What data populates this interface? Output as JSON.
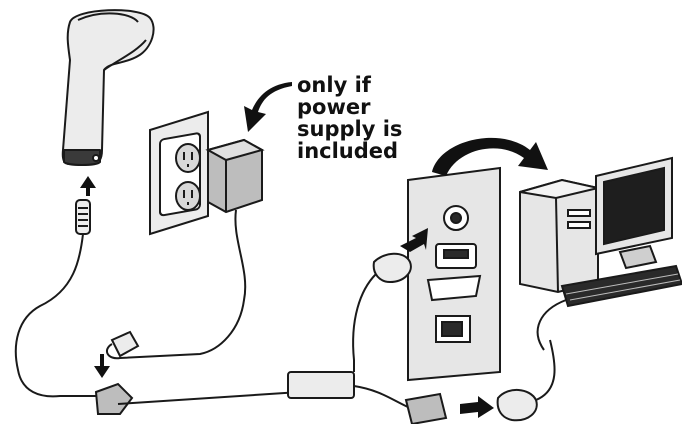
{
  "callout": {
    "lines": [
      "only if",
      "power",
      "supply is",
      "included"
    ]
  },
  "colors": {
    "line": "#1a1a1a",
    "fill_light": "#ececec",
    "fill_mid": "#cfcfcf",
    "fill_dark": "#2a2a2a",
    "arrow": "#111111"
  },
  "icons": [
    "barcode-scanner-icon",
    "power-outlet-icon",
    "power-adapter-icon",
    "computer-back-panel-icon",
    "desktop-computer-icon",
    "monitor-icon",
    "keyboard-icon",
    "ps2-connector-icon",
    "curved-arrow-icon"
  ]
}
